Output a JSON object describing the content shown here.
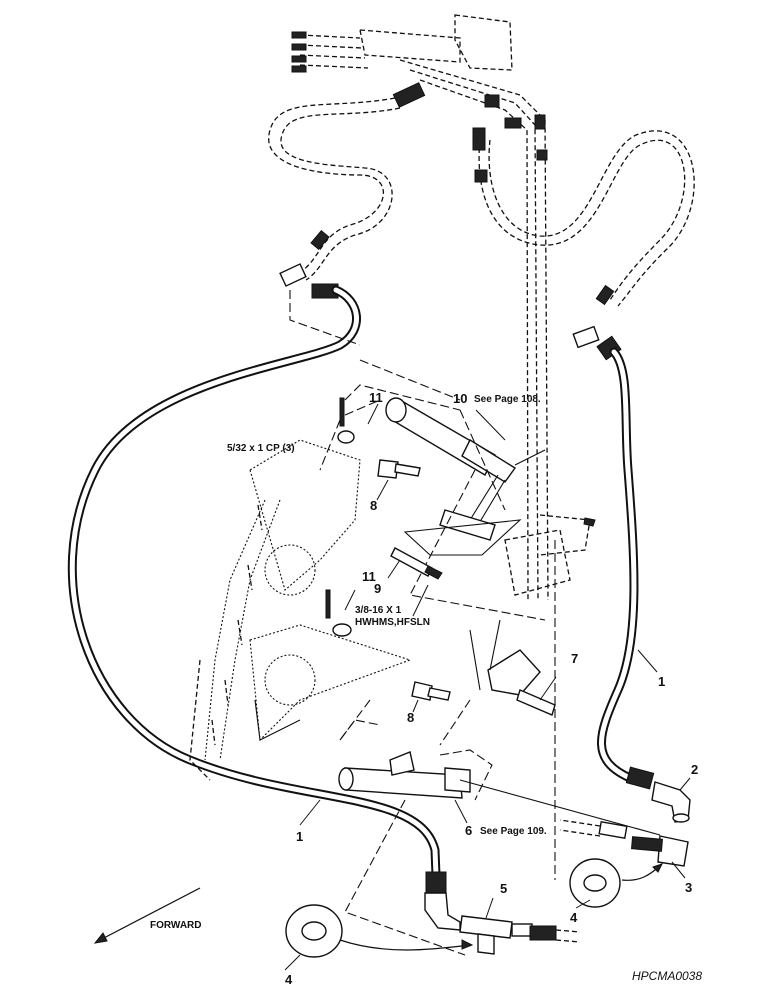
{
  "callouts": {
    "c1_left": "1",
    "c1_right": "1",
    "c2": "2",
    "c3": "3",
    "c4_left": "4",
    "c4_right": "4",
    "c5": "5",
    "c6": "6",
    "c6_note": "See Page 109.",
    "c7": "7",
    "c8_top": "8",
    "c8_bottom": "8",
    "c9": "9",
    "c10": "10",
    "c10_note": "See Page 108.",
    "c11_top": "11",
    "c11_bottom": "11"
  },
  "notes": {
    "cotter_pin": "5/32 x 1 CP (3)",
    "screw_line1": "3/8-16 X 1",
    "screw_line2": "HWHMS,HFSLN"
  },
  "direction_label": "FORWARD",
  "figure_code": "HPCMA0038"
}
